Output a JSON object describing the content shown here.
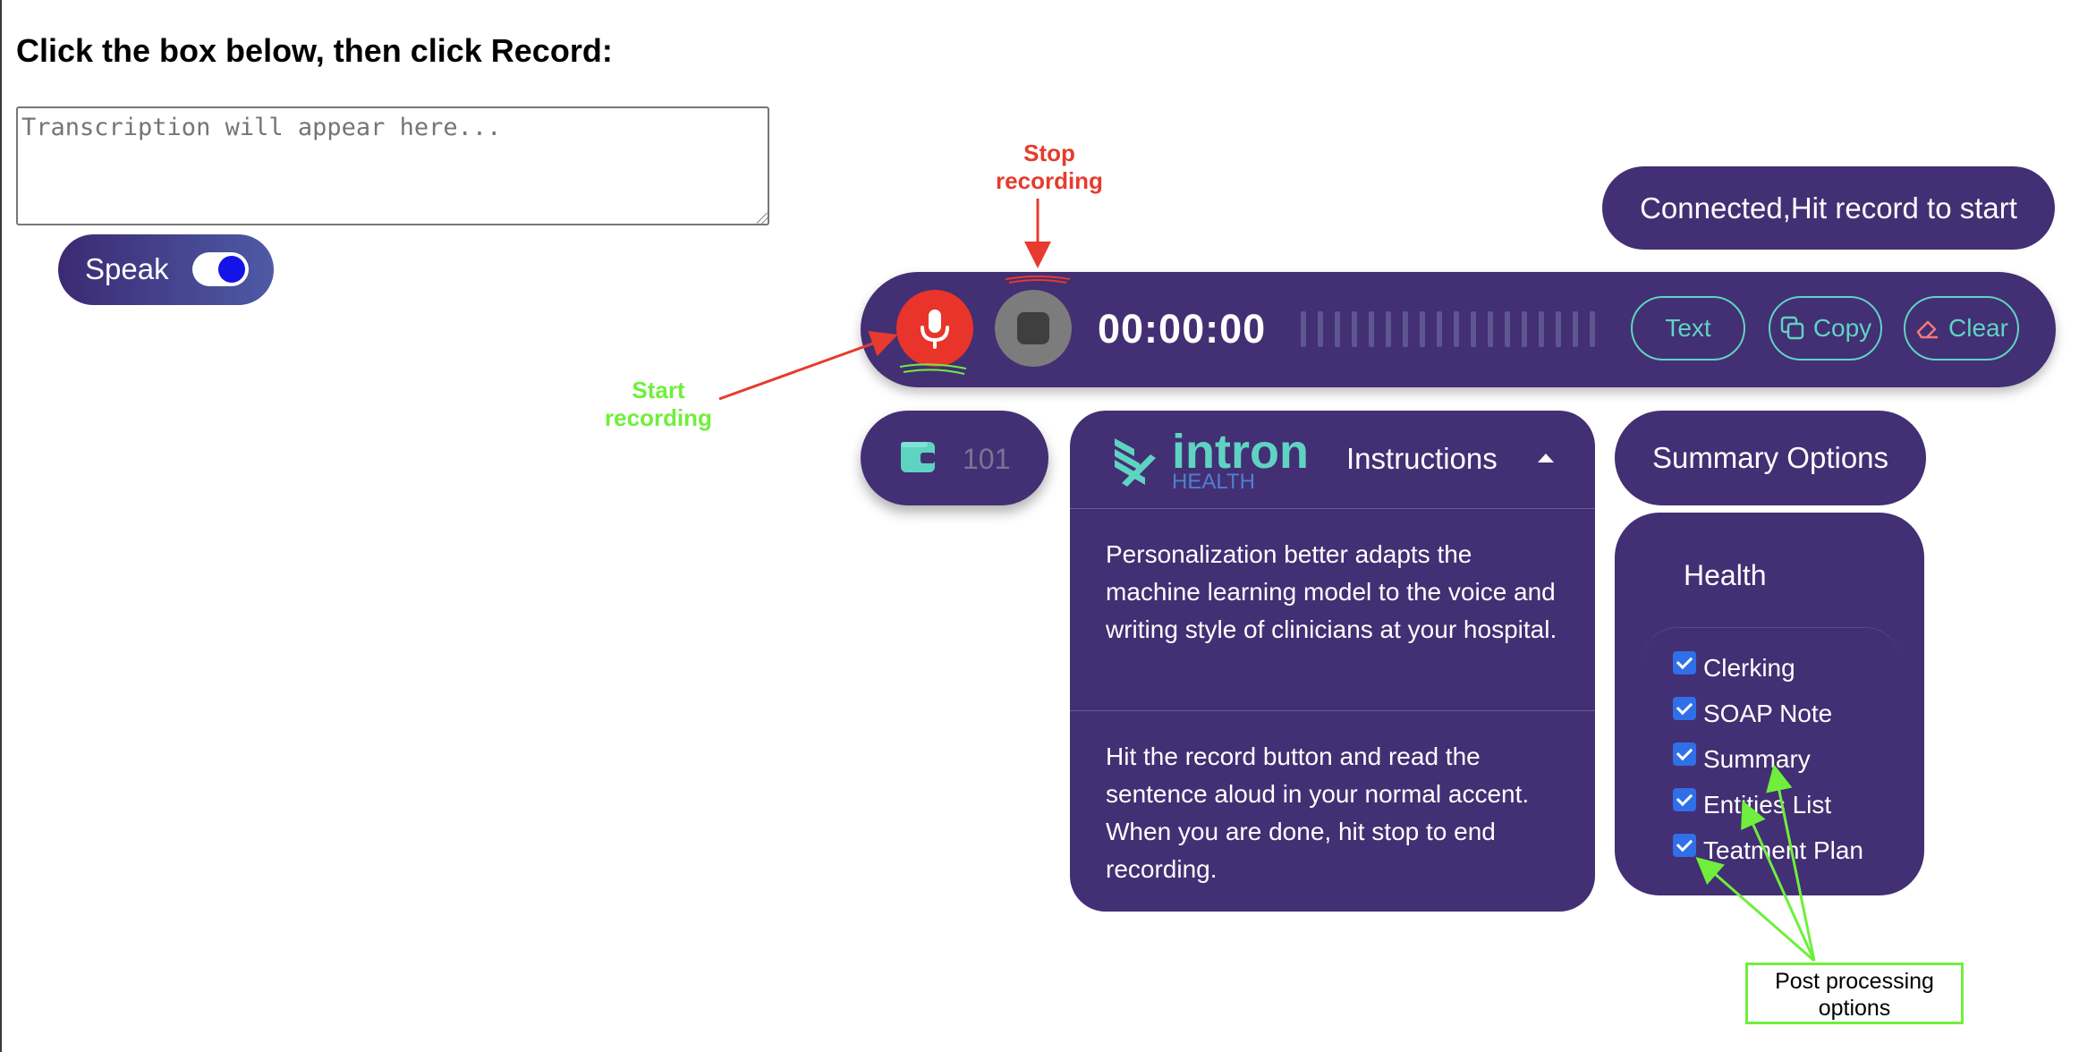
{
  "page": {
    "heading": "Click the box below, then click Record:",
    "transcript_placeholder": "Transcription will appear here...",
    "speak_label": "Speak",
    "speak_on": true
  },
  "status": {
    "text": "Connected,Hit record to start"
  },
  "recorder": {
    "timer": "00:00:00",
    "text_label": "Text",
    "copy_label": "Copy",
    "clear_label": "Clear",
    "record_icon": "microphone-icon",
    "stop_icon": "stop-icon"
  },
  "counter": {
    "icon": "wallet-icon",
    "value": "101"
  },
  "instructions": {
    "logo_text": "intron",
    "logo_sub": "HEALTH",
    "title": "Instructions",
    "p1": "Personalization better adapts the machine learning model to the voice and writing style of clinicians at your hospital.",
    "p2": "Hit the record button and read the sentence aloud in your normal accent. When you are done, hit stop to end recording."
  },
  "summary": {
    "button": "Summary Options",
    "category": "Health",
    "options": [
      "Clerking",
      "SOAP Note",
      "Summary",
      "Entities List",
      "Teatment Plan"
    ],
    "checked": [
      true,
      true,
      true,
      true,
      true
    ]
  },
  "annotations": {
    "stop_l1": "Stop",
    "stop_l2": "recording",
    "start_l1": "Start",
    "start_l2": "recording",
    "post_l1": "Post processing",
    "post_l2": "options"
  },
  "colors": {
    "panel": "#432f73",
    "accent": "#5fd3c2",
    "record": "#e8342a",
    "annot_red": "#e63b2e",
    "annot_green": "#6fef3c"
  }
}
